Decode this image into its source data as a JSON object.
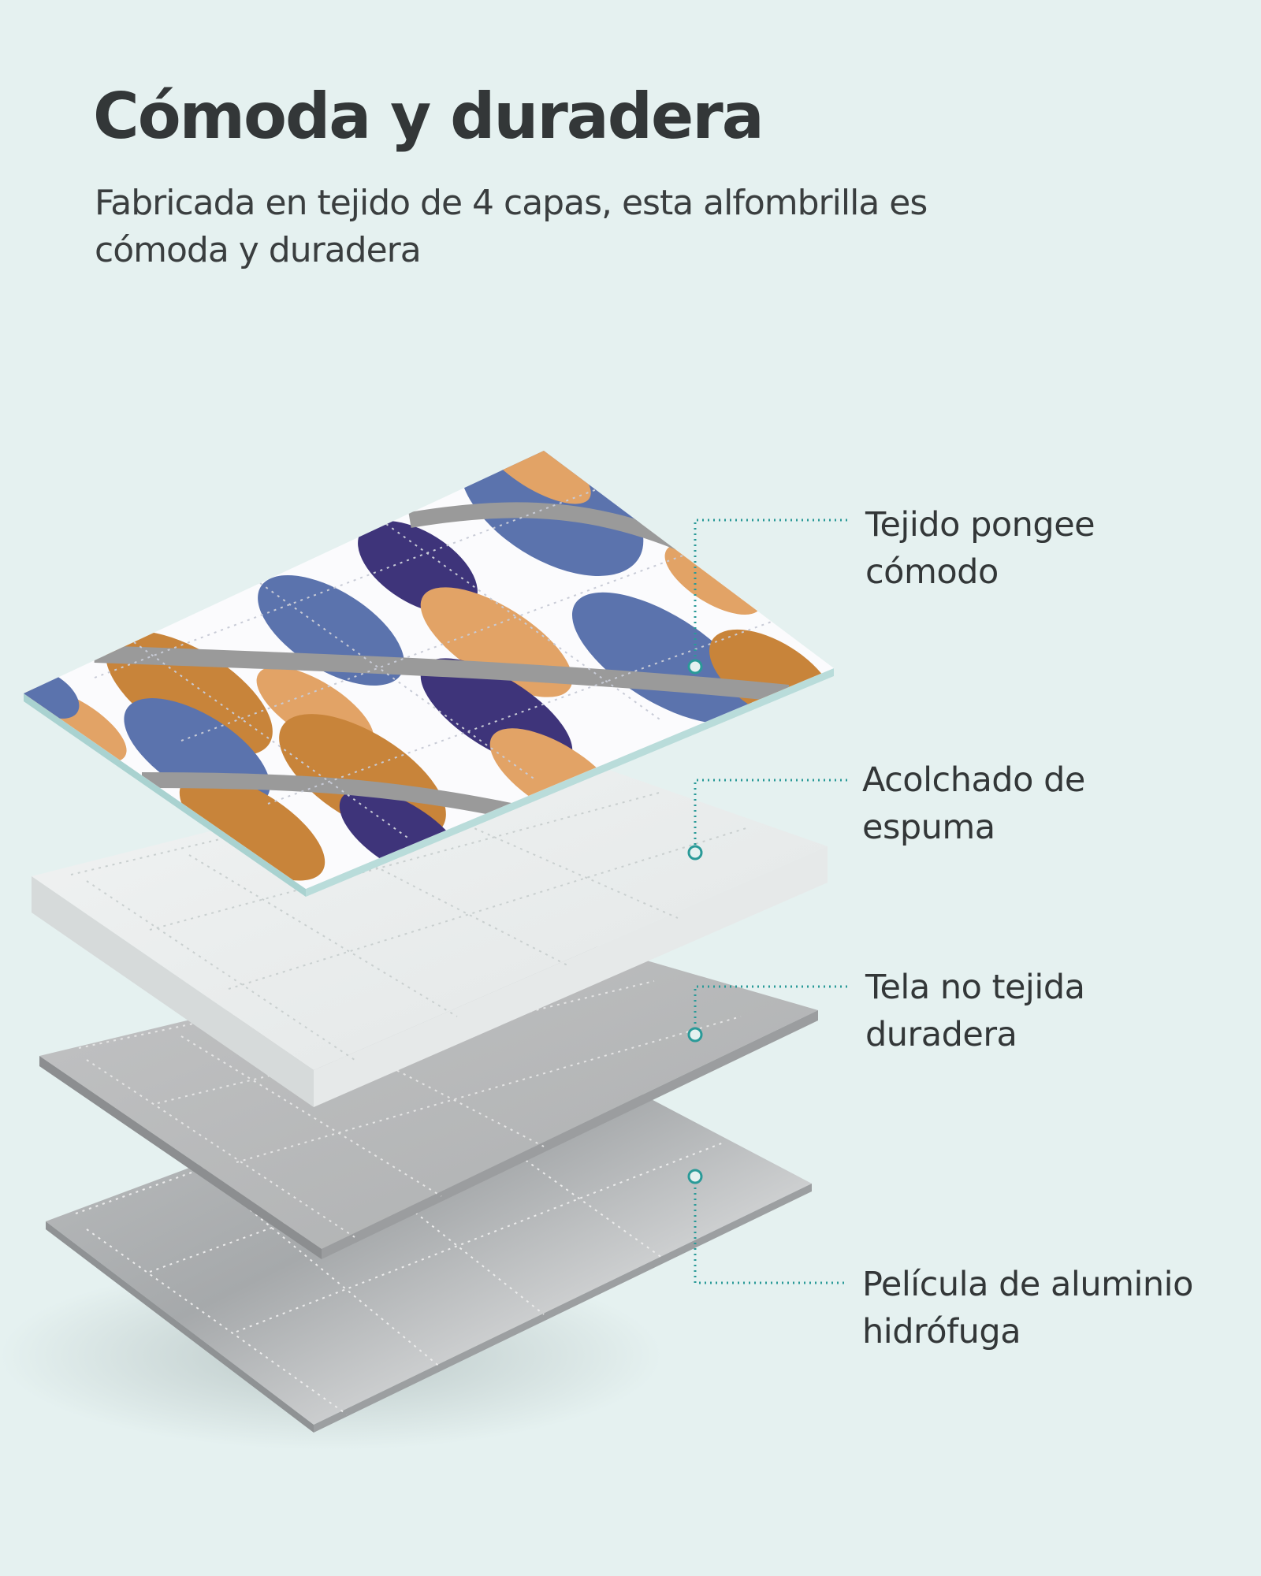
{
  "header": {
    "title": "Cómoda y duradera",
    "subtitle_line1": "Fabricada en tejido de 4 capas, esta alfombrilla es",
    "subtitle_line2": "cómoda y duradera"
  },
  "layers": [
    {
      "id": "pongee",
      "line1": "Tejido pongee",
      "line2": "cómodo"
    },
    {
      "id": "foam",
      "line1": "Acolchado de",
      "line2": "espuma"
    },
    {
      "id": "nonwoven",
      "line1": "Tela no tejida",
      "line2": "duradera"
    },
    {
      "id": "foil",
      "line1": "Película de aluminio",
      "line2": "hidrófuga"
    }
  ],
  "colors": {
    "background": "#e5f1f0",
    "accent": "#2a9a98",
    "text": "#333738",
    "pattern_orange": "#c8843a",
    "pattern_peach": "#e2a366",
    "pattern_blue": "#5b73ad",
    "pattern_navy": "#3e347a",
    "pattern_grey": "#9a9a9a"
  }
}
